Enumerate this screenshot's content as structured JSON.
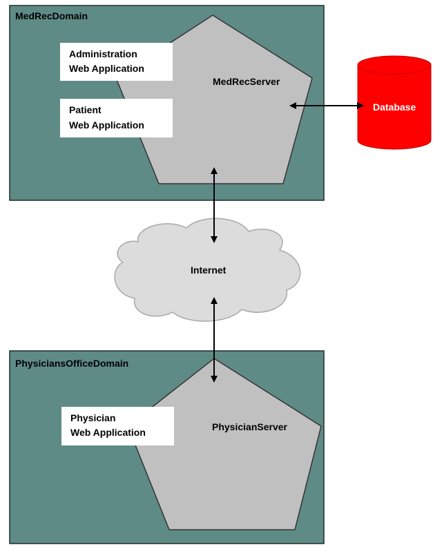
{
  "colors": {
    "domain_fill": "#5f8b87",
    "server_fill": "#c0c0c0",
    "app_box_fill": "#ffffff",
    "cloud_fill": "#dcdcdc",
    "database_fill": "#ff0000",
    "arrow": "#000000"
  },
  "med_rec_domain": {
    "title": "MedRecDomain",
    "server": {
      "label": "MedRecServer"
    },
    "apps": [
      {
        "line1": "Administration",
        "line2": "Web Application"
      },
      {
        "line1": "Patient",
        "line2": "Web Application"
      }
    ]
  },
  "database": {
    "label": "Database"
  },
  "internet": {
    "label": "Internet"
  },
  "physicians_office_domain": {
    "title": "PhysiciansOfficeDomain",
    "server": {
      "label": "PhysicianServer"
    },
    "apps": [
      {
        "line1": "Physician",
        "line2": "Web Application"
      }
    ]
  }
}
